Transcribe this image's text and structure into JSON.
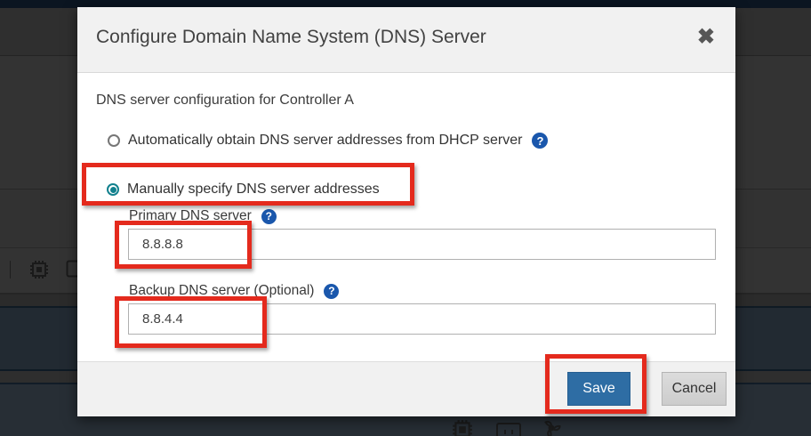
{
  "colors": {
    "annotation_red": "#e42a1d",
    "save_button_blue": "#2e6da4",
    "help_icon_blue": "#1a57ac",
    "selected_radio_teal": "#12818e",
    "modal_header_gray": "#f1f1f1"
  },
  "dialog": {
    "title": "Configure Domain Name System (DNS) Server",
    "close_glyph": "✖",
    "subtitle": "DNS server configuration for Controller A",
    "help_glyph": "?",
    "options": {
      "auto": {
        "label": "Automatically obtain DNS server addresses from DHCP server",
        "selected": false
      },
      "manual": {
        "label": "Manually specify DNS server addresses",
        "selected": true
      }
    },
    "fields": {
      "primary": {
        "label": "Primary DNS server",
        "value": "8.8.8.8"
      },
      "backup": {
        "label": "Backup DNS server (Optional)",
        "value": "8.8.4.4"
      }
    },
    "footer": {
      "save_label": "Save",
      "cancel_label": "Cancel"
    }
  },
  "background": {
    "toolbar_icons": [
      "chip"
    ],
    "hardware_icons": [
      "cpu",
      "power-port",
      "fan"
    ]
  }
}
